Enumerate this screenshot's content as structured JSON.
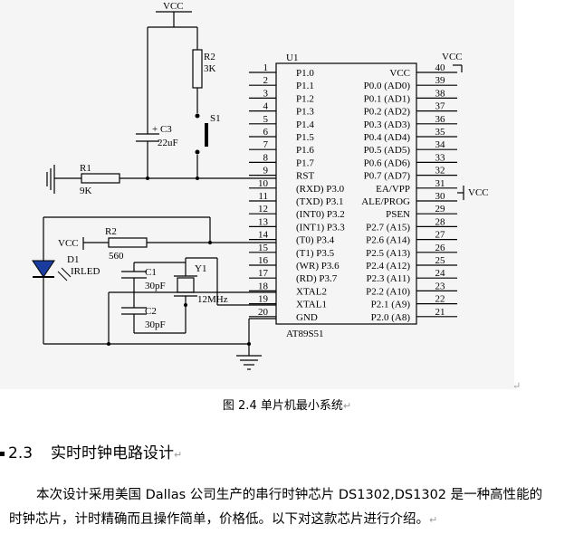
{
  "figure": {
    "labels": {
      "vcc": "VCC",
      "r2": "R2",
      "r2_val": "3K",
      "c3": "+ C3",
      "c3_val": "22uF",
      "s1": "S1",
      "r1": "R1",
      "r1_val": "9K",
      "u1": "U1",
      "chip": "AT89S51",
      "r2b": "R2",
      "r2b_val": "560",
      "d1": "D1",
      "d1_val": "IRLED",
      "c1": "C1",
      "c1_val": "30pF",
      "c2": "C2",
      "c2_val": "30pF",
      "y1": "Y1",
      "y1_val": "12MHz"
    },
    "left_pins": [
      {
        "num": "1",
        "label": "P1.0"
      },
      {
        "num": "2",
        "label": "P1.1"
      },
      {
        "num": "3",
        "label": "P1.2"
      },
      {
        "num": "4",
        "label": "P1.3"
      },
      {
        "num": "5",
        "label": "P1.4"
      },
      {
        "num": "6",
        "label": "P1.5"
      },
      {
        "num": "7",
        "label": "P1.6"
      },
      {
        "num": "8",
        "label": "P1.7"
      },
      {
        "num": "9",
        "label": "RST"
      },
      {
        "num": "10",
        "label": "(RXD) P3.0"
      },
      {
        "num": "11",
        "label": "(TXD) P3.1"
      },
      {
        "num": "12",
        "label": "(INT0) P3.2"
      },
      {
        "num": "13",
        "label": "(INT1) P3.3"
      },
      {
        "num": "14",
        "label": "(T0) P3.4"
      },
      {
        "num": "15",
        "label": "(T1) P3.5"
      },
      {
        "num": "16",
        "label": "(WR) P3.6"
      },
      {
        "num": "17",
        "label": "(RD) P3.7"
      },
      {
        "num": "18",
        "label": "XTAL2"
      },
      {
        "num": "19",
        "label": "XTAL1"
      },
      {
        "num": "20",
        "label": "GND"
      }
    ],
    "right_pins": [
      {
        "num": "40",
        "label": "VCC"
      },
      {
        "num": "39",
        "label": "P0.0 (AD0)"
      },
      {
        "num": "38",
        "label": "P0.1 (AD1)"
      },
      {
        "num": "37",
        "label": "P0.2 (AD2)"
      },
      {
        "num": "36",
        "label": "P0.3 (AD3)"
      },
      {
        "num": "35",
        "label": "P0.4 (AD4)"
      },
      {
        "num": "34",
        "label": "P0.5 (AD5)"
      },
      {
        "num": "33",
        "label": "P0.6 (AD6)"
      },
      {
        "num": "32",
        "label": "P0.7 (AD7)"
      },
      {
        "num": "31",
        "label": "EA/VPP"
      },
      {
        "num": "30",
        "label": "ALE/PROG"
      },
      {
        "num": "29",
        "label": "PSEN"
      },
      {
        "num": "28",
        "label": "P2.7 (A15)"
      },
      {
        "num": "27",
        "label": "P2.6 (A14)"
      },
      {
        "num": "26",
        "label": "P2.5 (A13)"
      },
      {
        "num": "25",
        "label": "P2.4 (A12)"
      },
      {
        "num": "24",
        "label": "P2.3 (A11)"
      },
      {
        "num": "23",
        "label": "P2.2 (A10)"
      },
      {
        "num": "22",
        "label": "P2.1 (A9)"
      },
      {
        "num": "21",
        "label": "P2.0 (A8)"
      }
    ]
  },
  "caption": "图 2.4 单片机最小系统",
  "section": {
    "number": "2.3",
    "title": "实时时钟电路设计"
  },
  "paragraph": {
    "line1": "本次设计采用美国 Dallas 公司生产的串行时钟芯片 DS1302,DS1302 是一种高性能的",
    "line2": "时钟芯片，计时精确而且操作简单，价格低。以下对这款芯片进行介绍。"
  },
  "marks": {
    "return": "↵"
  }
}
